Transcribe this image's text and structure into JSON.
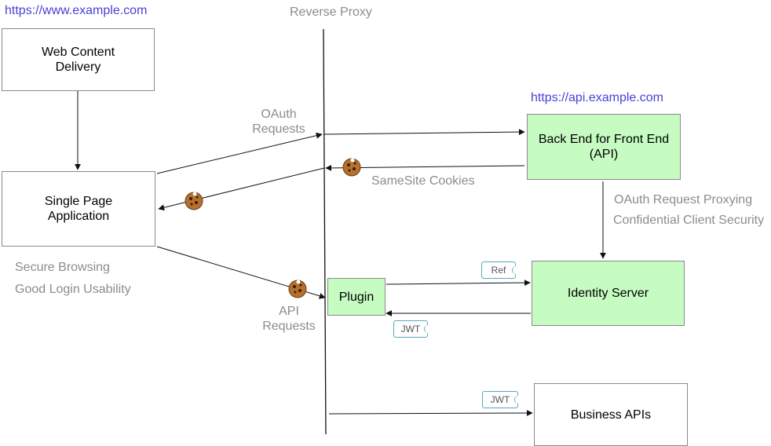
{
  "urls": {
    "www": "https://www.example.com",
    "api": "https://api.example.com"
  },
  "headers": {
    "reverse_proxy": "Reverse Proxy"
  },
  "boxes": {
    "web_content": "Web Content\nDelivery",
    "spa": "Single Page\nApplication",
    "bff": "Back End for Front End\n(API)",
    "plugin": "Plugin",
    "identity_server": "Identity Server",
    "business_apis": "Business APIs"
  },
  "labels": {
    "oauth_requests": "OAuth\nRequests",
    "samesite_cookies": "SameSite Cookies",
    "oauth_proxying": "OAuth Request Proxying",
    "confidential_security": "Confidential Client Security",
    "secure_browsing": "Secure Browsing",
    "good_login": "Good Login Usability",
    "api_requests": "API\nRequests"
  },
  "tokens": {
    "ref": "Ref",
    "jwt_plugin": "JWT",
    "jwt_business": "JWT"
  },
  "colors": {
    "green_box": "#c6fcc2",
    "url_text": "#4a3fd8",
    "label_text": "#8c8c8c",
    "token_border": "#5aa8b8"
  },
  "icons": [
    "cookie-icon",
    "ref-token-icon",
    "jwt-token-icon"
  ]
}
